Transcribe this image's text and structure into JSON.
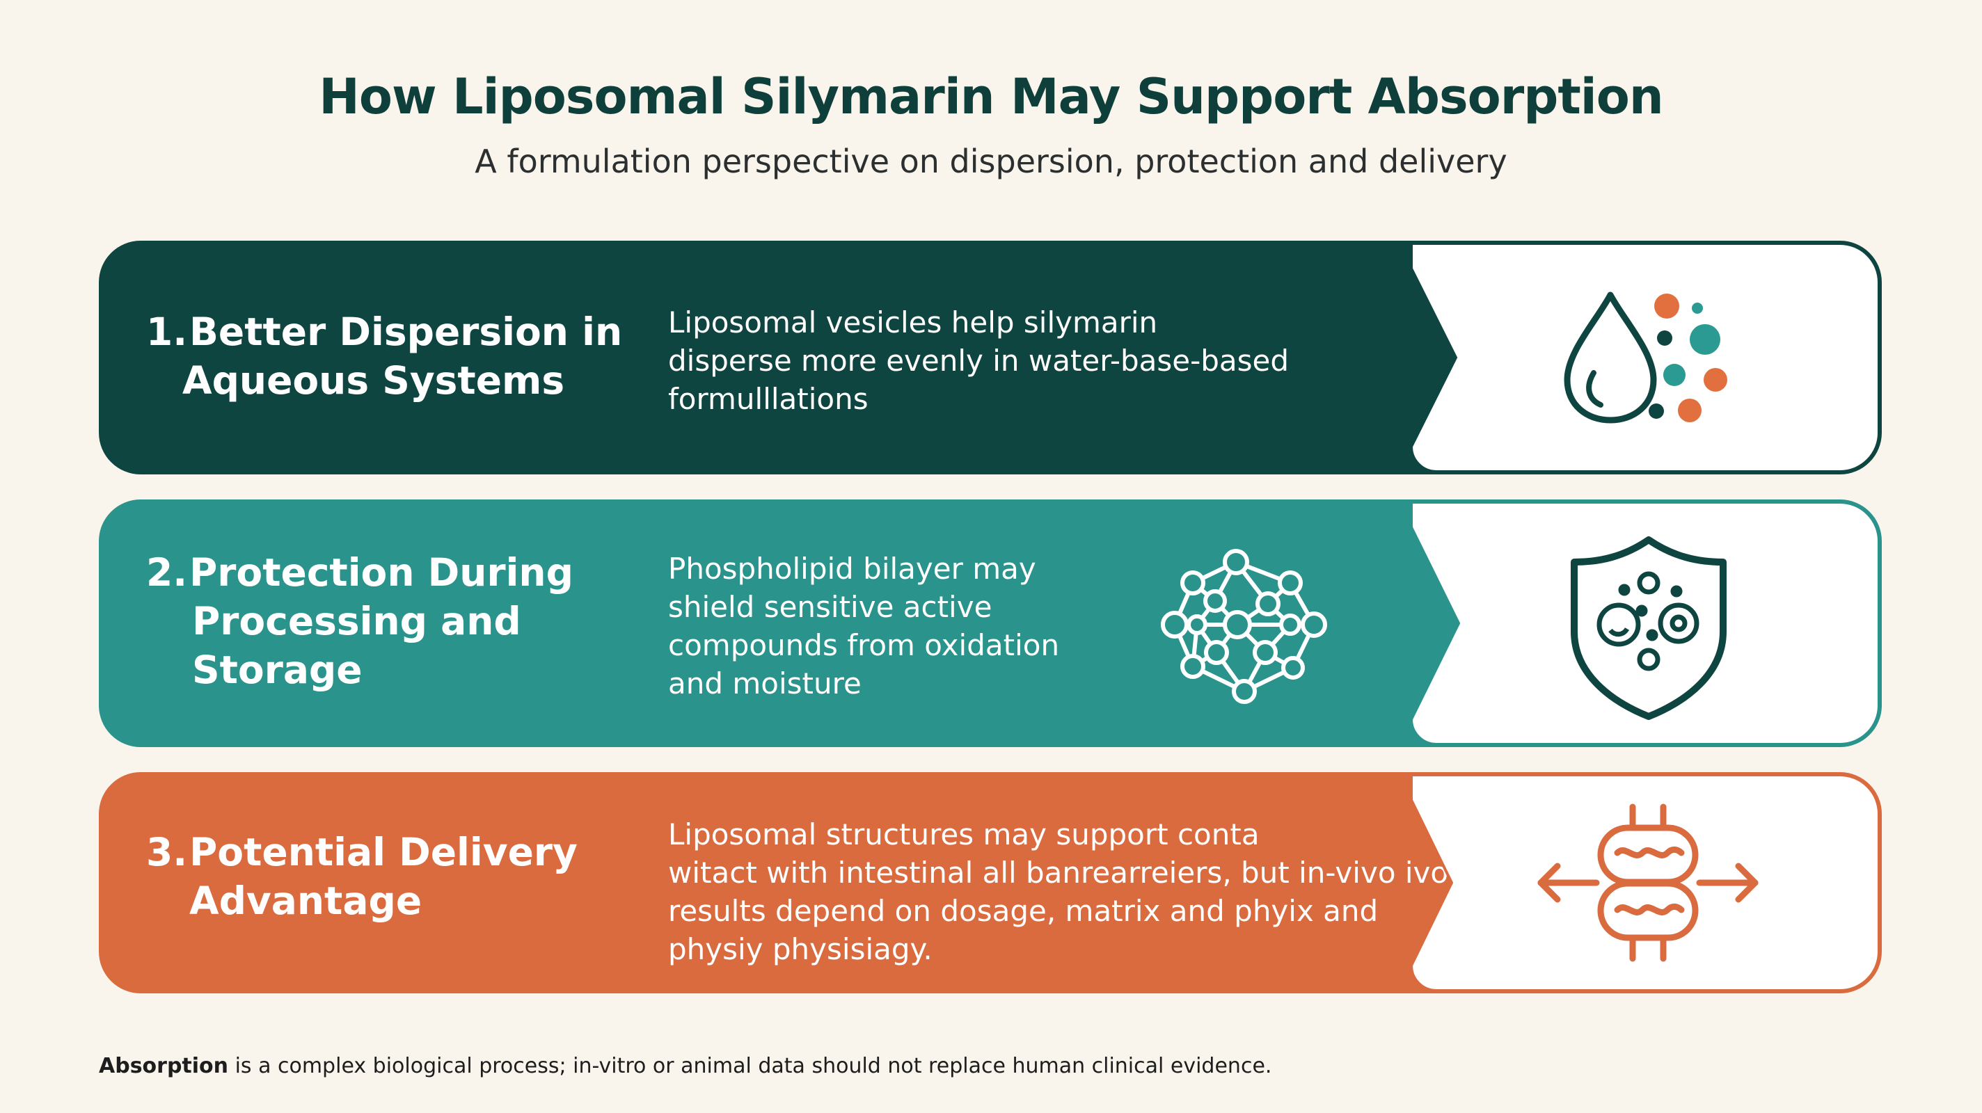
{
  "title": "How Liposomal Silymarin May Support Absorption",
  "subtitle": "A formulation perspective on dispersion, protection and delivery",
  "colors": {
    "background": "#f9f4ec",
    "dark_teal": "#0f4540",
    "teal": "#2a938c",
    "orange": "#d96b3f",
    "title_text": "#0f3f3b"
  },
  "steps": [
    {
      "number": "1.",
      "title_lines": [
        "Better Dispersion in",
        "Aqueous Systems"
      ],
      "description_lines": [
        "Liposomal vesicles help silymarin",
        "disperse more evenly in water-base-based",
        "formulllations"
      ],
      "icon": "water-drop-with-particles-icon"
    },
    {
      "number": "2.",
      "title_lines": [
        "Protection During",
        "Processing and",
        "Storage"
      ],
      "description_lines": [
        "Phospholipid bilayer may",
        "shield sensitive active",
        "compounds from oxidation",
        "and moisture"
      ],
      "icon": "shield-with-molecules-icon",
      "extra_icon": "molecular-network-icon"
    },
    {
      "number": "3.",
      "title_lines": [
        "Potential Delivery",
        "Advantage"
      ],
      "description_lines": [
        "Liposomal structures may support conta",
        "witact with intestinal all banrearreiers, but in-vivo ivo",
        "results depend on dosage, matrix and phyix and",
        "physiy physisiagy."
      ],
      "icon": "intestine-with-arrows-icon"
    }
  ],
  "footnote": {
    "bold": "Absorption",
    "rest": " is a complex biological process; in-vitro or animal data should not replace human clinical evidence."
  }
}
